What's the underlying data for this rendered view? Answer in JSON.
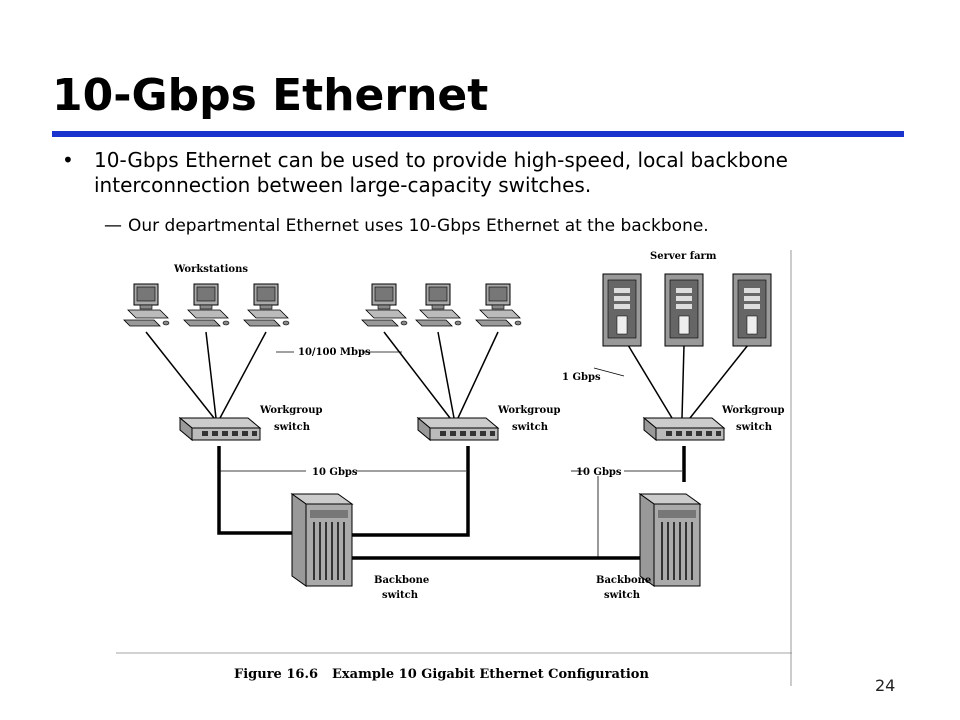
{
  "slide": {
    "title": "10-Gbps Ethernet",
    "bullet_1": "10-Gbps Ethernet can be used to provide high-speed, local backbone interconnection between large-capacity switches.",
    "bullet_1_marker": "•",
    "sub_bullet_marker": "—",
    "sub_bullet_1": "Our departmental Ethernet uses 10-Gbps Ethernet at the backbone.",
    "page_number": "24",
    "accent_color": "#1a33cc"
  },
  "figure": {
    "label_workstations": "Workstations",
    "label_server_farm": "Server farm",
    "label_speed_workstation": "10/100 Mbps",
    "label_speed_server": "1 Gbps",
    "label_speed_backbone_left": "10 Gbps",
    "label_speed_backbone_right": "10 Gbps",
    "label_workgroup": "Workgroup",
    "label_switch": "switch",
    "label_backbone": "Backbone",
    "caption_number": "Figure 16.6",
    "caption_text": "Example 10 Gigabit Ethernet Configuration"
  }
}
